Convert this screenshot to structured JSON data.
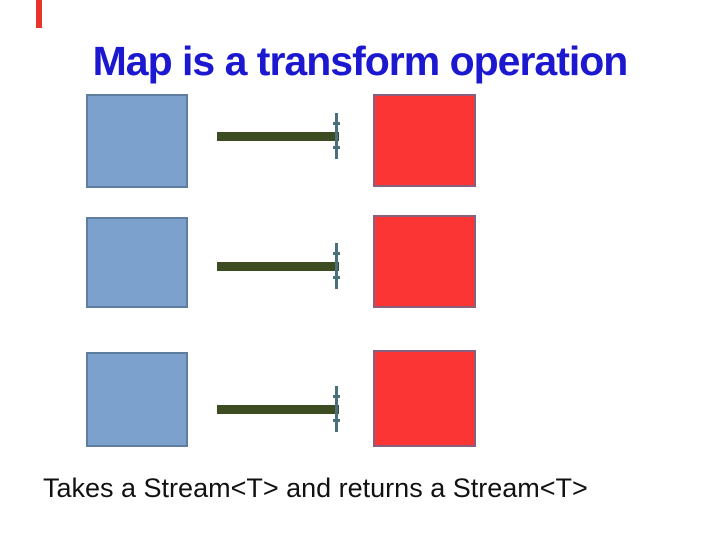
{
  "slide": {
    "title": "Map is a transform operation",
    "caption": "Takes a Stream<T> and returns a Stream<T>"
  },
  "diagram": {
    "rows": [
      {
        "source": "blue stream element",
        "operation": "map arrow",
        "result": "red stream element"
      },
      {
        "source": "blue stream element",
        "operation": "map arrow",
        "result": "red stream element"
      },
      {
        "source": "blue stream element",
        "operation": "map arrow",
        "result": "red stream element"
      }
    ]
  },
  "colors": {
    "background": "#ffffff",
    "title-blue": "#1b18cf",
    "source-fill": "#7ca1cc",
    "source-border": "#5f7d9e",
    "result-fill": "#fb3434",
    "result-border": "#8a5f7d",
    "arrow-olive": "#3d4d21",
    "arrow-tip": "#4a707c",
    "caption-black": "#111111",
    "corner-red": "#e8342a"
  }
}
